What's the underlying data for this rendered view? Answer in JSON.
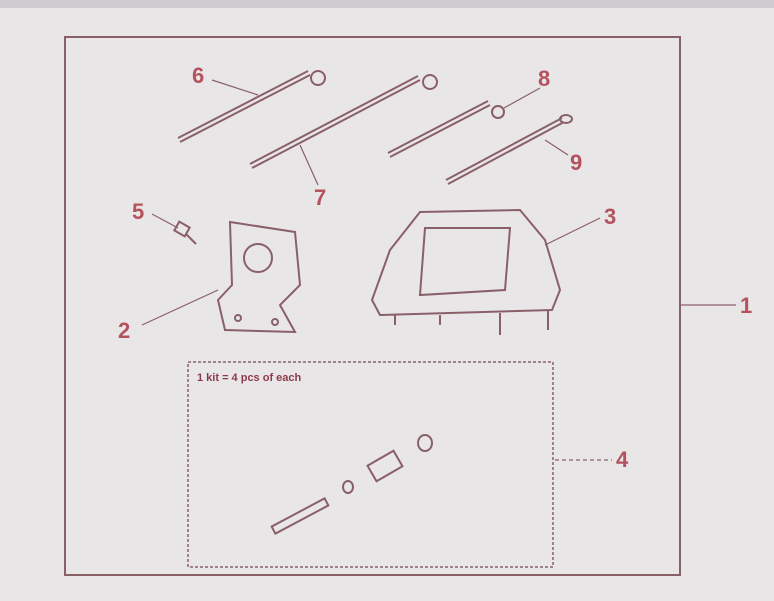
{
  "diagram": {
    "kit_note": "1 kit = 4 pcs of each",
    "callouts": [
      "1",
      "2",
      "3",
      "4",
      "5",
      "6",
      "7",
      "8",
      "9"
    ],
    "colors": {
      "line": "#8a6068",
      "label": "#b4525e"
    }
  }
}
